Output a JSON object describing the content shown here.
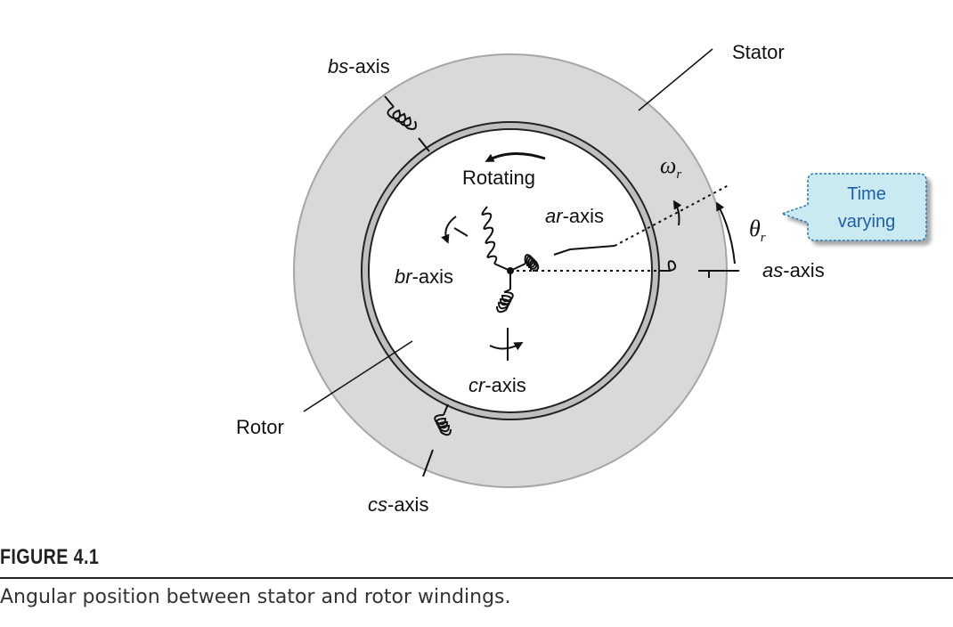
{
  "diagram": {
    "labels": {
      "stator": "Stator",
      "rotor": "Rotor",
      "rotating": "Rotating",
      "bs_axis_prefix": "bs",
      "cs_axis_prefix": "cs",
      "as_axis_prefix": "as",
      "ar_axis_prefix": "ar",
      "br_axis_prefix": "br",
      "cr_axis_prefix": "cr",
      "axis_suffix": "-axis",
      "omega_symbol": "ω",
      "omega_subscript": "r",
      "theta_symbol": "θ",
      "theta_subscript": "r"
    },
    "callout": {
      "line1": "Time",
      "line2": "varying"
    },
    "colors": {
      "stator_fill": "#d9d9d9",
      "stator_stroke": "#a6a6a6",
      "airgap_ring": "#bfbfbf",
      "callout_fill": "#c8eaf0",
      "callout_border": "#2e75b6",
      "callout_text": "#1f5fa8"
    }
  },
  "caption": {
    "figure_label": "FIGURE 4.1",
    "text": "Angular position between stator and rotor windings."
  }
}
